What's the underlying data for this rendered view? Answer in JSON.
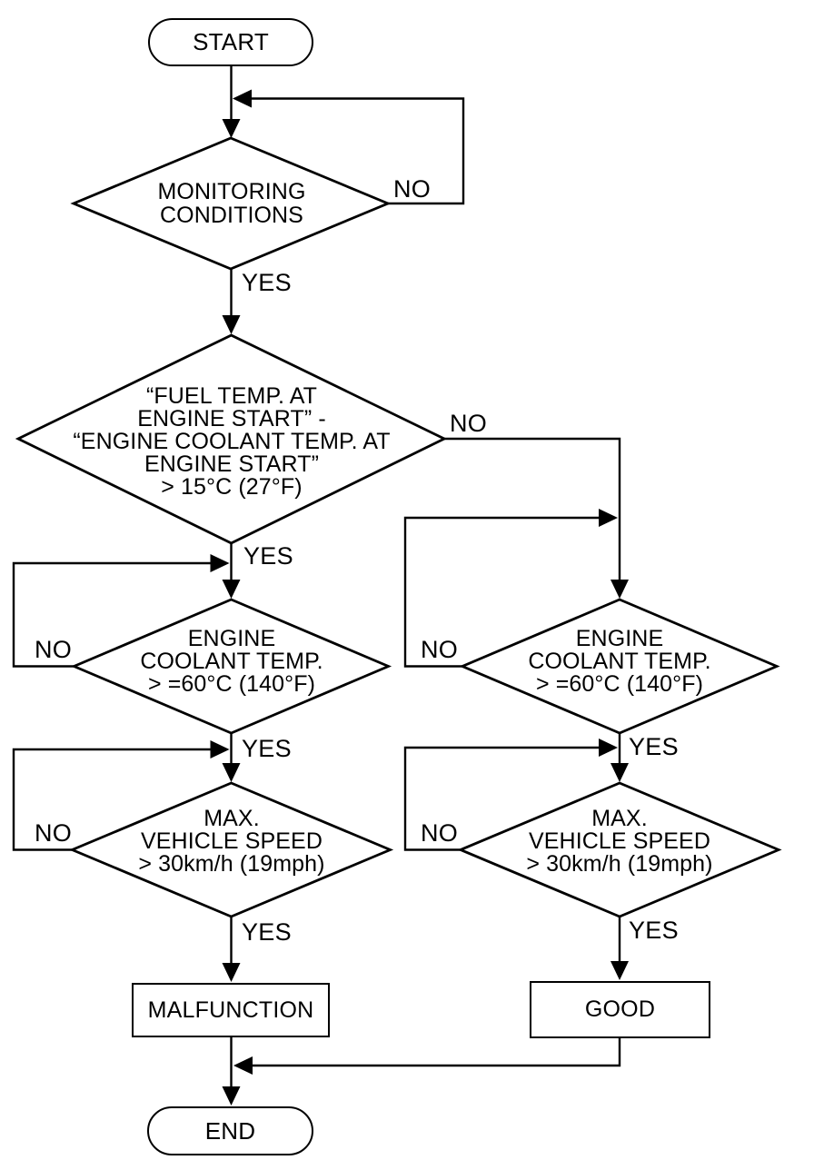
{
  "diagram": {
    "colors": {
      "ink": "#000000",
      "background": "#ffffff"
    },
    "nodes": {
      "start": {
        "shape": "terminator",
        "label": "START"
      },
      "monitoring": {
        "shape": "decision",
        "label": "MONITORING\nCONDITIONS"
      },
      "delta_temp": {
        "shape": "decision",
        "label": "“FUEL TEMP. AT\nENGINE START” -\n“ENGINE COOLANT TEMP. AT\nENGINE START”\n> 15°C (27°F)"
      },
      "coolant_left": {
        "shape": "decision",
        "label": "ENGINE\nCOOLANT TEMP.\n> =60°C (140°F)"
      },
      "coolant_right": {
        "shape": "decision",
        "label": "ENGINE\nCOOLANT TEMP.\n> =60°C (140°F)"
      },
      "speed_left": {
        "shape": "decision",
        "label": "MAX.\nVEHICLE SPEED\n> 30km/h (19mph)"
      },
      "speed_right": {
        "shape": "decision",
        "label": "MAX.\nVEHICLE SPEED\n> 30km/h (19mph)"
      },
      "malfunction": {
        "shape": "process",
        "label": "MALFUNCTION"
      },
      "good": {
        "shape": "process",
        "label": "GOOD"
      },
      "end": {
        "shape": "terminator",
        "label": "END"
      }
    },
    "edges": [
      {
        "from": "start",
        "to": "monitoring",
        "label": ""
      },
      {
        "from": "monitoring",
        "to": "monitoring",
        "label": "NO"
      },
      {
        "from": "monitoring",
        "to": "delta_temp",
        "label": "YES"
      },
      {
        "from": "delta_temp",
        "to": "coolant_left",
        "label": "YES"
      },
      {
        "from": "delta_temp",
        "to": "coolant_right",
        "label": "NO"
      },
      {
        "from": "coolant_left",
        "to": "coolant_left",
        "label": "NO"
      },
      {
        "from": "coolant_left",
        "to": "speed_left",
        "label": "YES"
      },
      {
        "from": "speed_left",
        "to": "speed_left",
        "label": "NO"
      },
      {
        "from": "speed_left",
        "to": "malfunction",
        "label": "YES"
      },
      {
        "from": "coolant_right",
        "to": "coolant_right",
        "label": "NO"
      },
      {
        "from": "coolant_right",
        "to": "speed_right",
        "label": "YES"
      },
      {
        "from": "speed_right",
        "to": "speed_right",
        "label": "NO"
      },
      {
        "from": "speed_right",
        "to": "good",
        "label": "YES"
      },
      {
        "from": "malfunction",
        "to": "end",
        "label": ""
      },
      {
        "from": "good",
        "to": "end",
        "label": ""
      }
    ]
  }
}
